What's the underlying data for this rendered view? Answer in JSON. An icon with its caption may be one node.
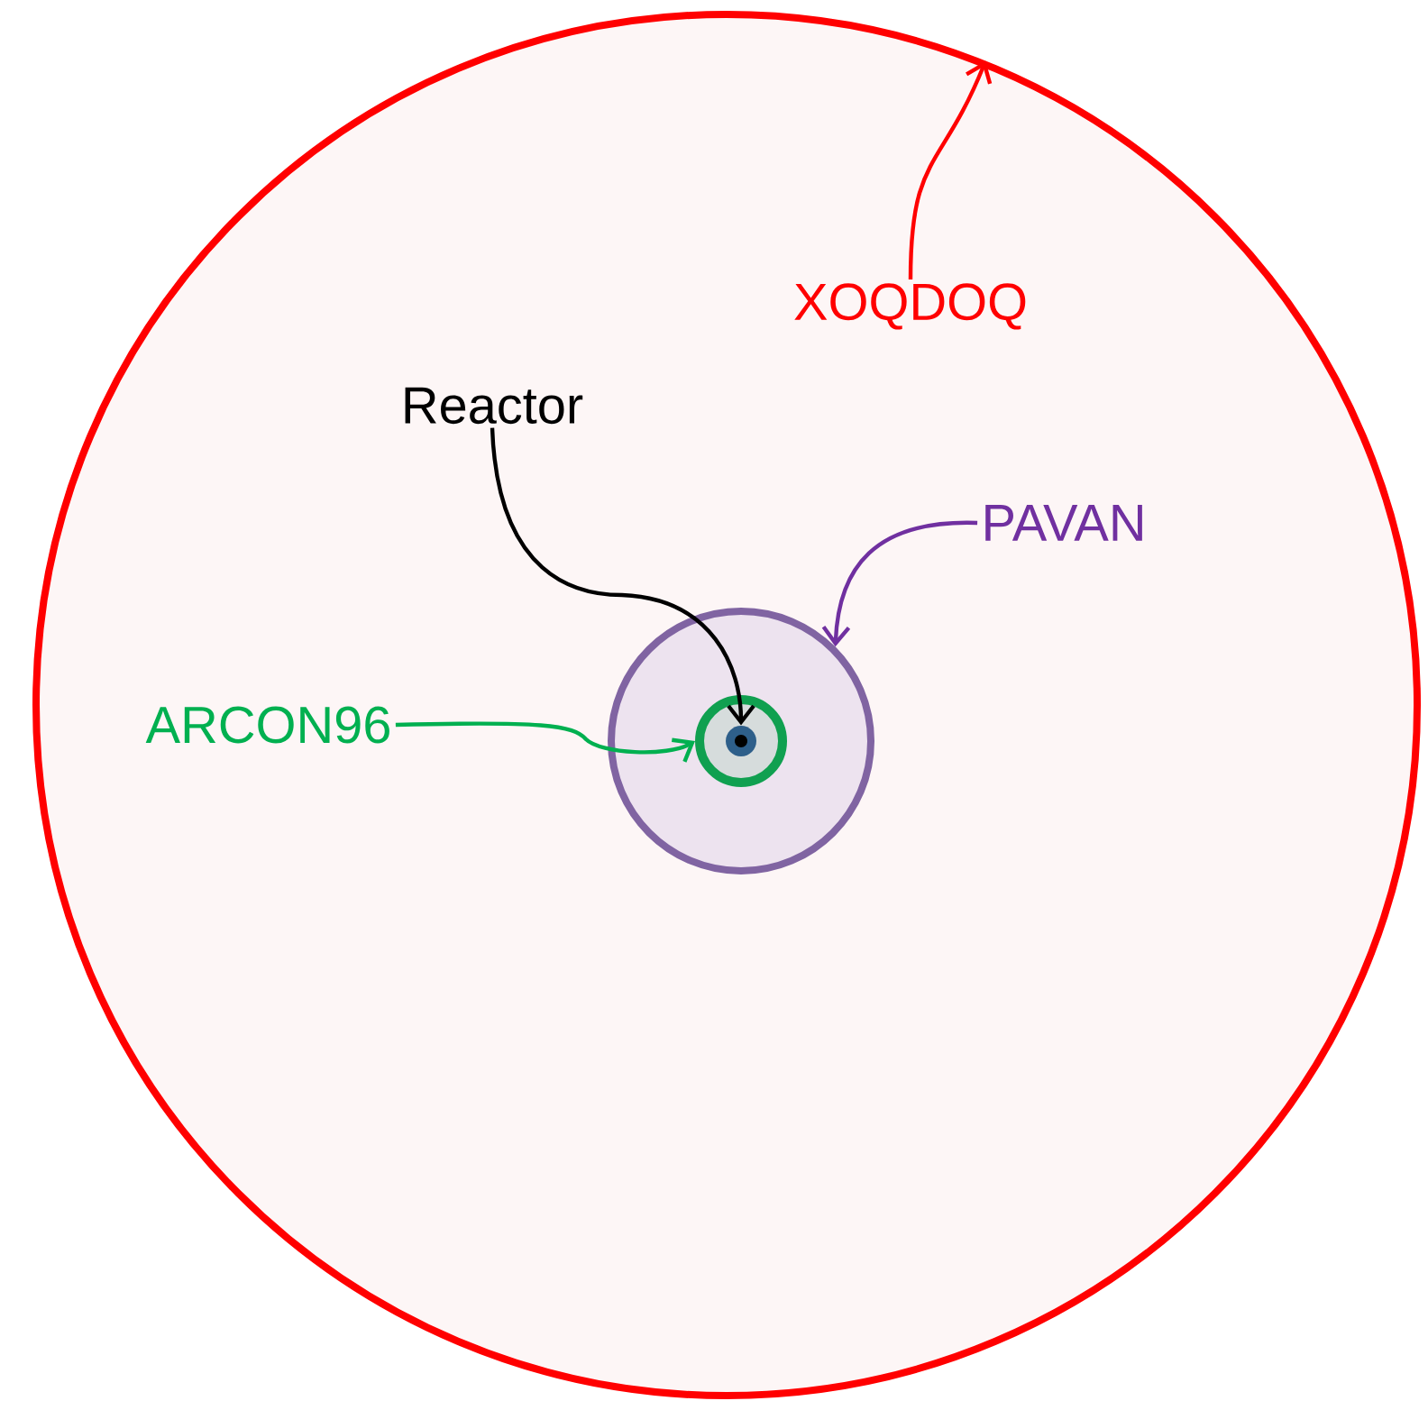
{
  "diagram": {
    "nodes": [
      {
        "text": [],
        "shape": "circle"
      },
      {
        "text": [
          "XOQDOQ"
        ],
        "in": 0
      },
      {
        "text": [
          "Reactor"
        ],
        "in": 0
      },
      {
        "text": [
          "PAVAN"
        ],
        "in": 0
      },
      {
        "text": [],
        "shape": "circle",
        "in": 0
      },
      {
        "text": [
          "ARCON96"
        ],
        "in": 0
      },
      {
        "text": [],
        "shape": "circle",
        "in": 4
      },
      {
        "text": [],
        "shape": "circle",
        "in": 6
      }
    ],
    "edges": [
      {
        "from": 1,
        "to": 0,
        "arrow": "to",
        "color": "#ff0000"
      },
      {
        "from": 2,
        "to": 7,
        "arrow": "to",
        "color": "#000000"
      },
      {
        "from": 3,
        "to": 4,
        "arrow": "to",
        "color": "#7030a0"
      },
      {
        "from": 5,
        "to": 6,
        "arrow": "to",
        "color": "#00b050"
      }
    ]
  }
}
